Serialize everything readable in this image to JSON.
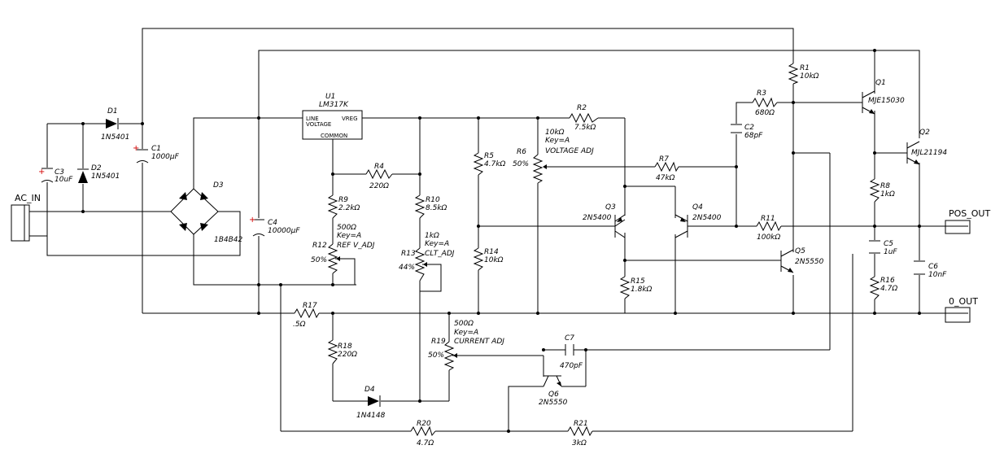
{
  "components": {
    "D1": {
      "ref": "D1",
      "value": "1N5401"
    },
    "D2": {
      "ref": "D2",
      "value": "1N5401"
    },
    "C1": {
      "ref": "C1",
      "value": "1000µF"
    },
    "C3": {
      "ref": "C3",
      "value": "10uF"
    },
    "D3": {
      "ref": "D3",
      "value": "1B4B42"
    },
    "C4": {
      "ref": "C4",
      "value": "10000µF"
    },
    "U1": {
      "ref": "U1",
      "value": "LM317K",
      "pin_line": "LINE",
      "pin_voltage": "VOLTAGE",
      "pin_vreg": "VREG",
      "pin_common": "COMMON"
    },
    "R9": {
      "ref": "R9",
      "value": "2.2kΩ"
    },
    "R4": {
      "ref": "R4",
      "value": "220Ω"
    },
    "R10": {
      "ref": "R10",
      "value": "8.5kΩ"
    },
    "R12": {
      "ref": "R12",
      "value": "500Ω",
      "key": "Key=A",
      "label": "REF V_ADJ",
      "pct": "50%"
    },
    "R13": {
      "ref": "R13",
      "value": "1kΩ",
      "key": "Key=A",
      "label": "CLT_ADJ",
      "pct": "44%"
    },
    "R5": {
      "ref": "R5",
      "value": "4.7kΩ"
    },
    "R14": {
      "ref": "R14",
      "value": "10kΩ"
    },
    "R6": {
      "ref": "R6",
      "value": "10kΩ",
      "key": "Key=A",
      "label": "VOLTAGE ADJ",
      "pct": "50%"
    },
    "R2": {
      "ref": "R2",
      "value": "7.5kΩ"
    },
    "R7": {
      "ref": "R7",
      "value": "47kΩ"
    },
    "Q3": {
      "ref": "Q3",
      "value": "2N5400"
    },
    "Q4": {
      "ref": "Q4",
      "value": "2N5400"
    },
    "R15": {
      "ref": "R15",
      "value": "1.8kΩ"
    },
    "C2": {
      "ref": "C2",
      "value": "68pF"
    },
    "R3": {
      "ref": "R3",
      "value": "680Ω"
    },
    "R1": {
      "ref": "R1",
      "value": "10kΩ"
    },
    "Q1": {
      "ref": "Q1",
      "value": "MJE15030"
    },
    "Q2": {
      "ref": "Q2",
      "value": "MJL21194"
    },
    "R8": {
      "ref": "R8",
      "value": "1kΩ"
    },
    "R11": {
      "ref": "R11",
      "value": "100kΩ"
    },
    "Q5": {
      "ref": "Q5",
      "value": "2N5550"
    },
    "C5": {
      "ref": "C5",
      "value": "1uF"
    },
    "R16": {
      "ref": "R16",
      "value": "4.7Ω"
    },
    "C6": {
      "ref": "C6",
      "value": "10nF"
    },
    "R17": {
      "ref": "R17",
      "value": ".5Ω"
    },
    "R18": {
      "ref": "R18",
      "value": "220Ω"
    },
    "D4": {
      "ref": "D4",
      "value": "1N4148"
    },
    "R19": {
      "ref": "R19",
      "value": "500Ω",
      "key": "Key=A",
      "label": "CURRENT ADJ",
      "pct": "50%"
    },
    "C7": {
      "ref": "C7",
      "value": "470pF"
    },
    "Q6": {
      "ref": "Q6",
      "value": "2N5550"
    },
    "R20": {
      "ref": "R20",
      "value": "4.7Ω"
    },
    "R21": {
      "ref": "R21",
      "value": "3kΩ"
    }
  },
  "connectors": {
    "ac_in": "AC_IN",
    "pos_out": "POS_OUT",
    "zero_out": "0_OUT"
  },
  "polarity_mark": "+"
}
